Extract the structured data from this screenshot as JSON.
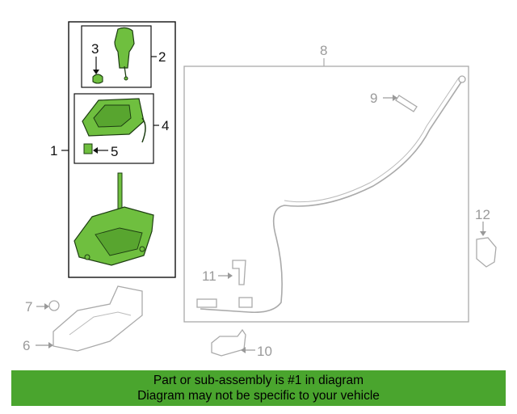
{
  "callouts": {
    "c1": "1",
    "c2": "2",
    "c3": "3",
    "c4": "4",
    "c5": "5",
    "c6": "6",
    "c7": "7",
    "c8": "8",
    "c9": "9",
    "c10": "10",
    "c11": "11",
    "c12": "12"
  },
  "banner": {
    "line1": "Part or sub-assembly is #1 in diagram",
    "line2": "Diagram may not be specific to your vehicle"
  },
  "colors": {
    "highlight_part": "#6fbf3f",
    "banner_bg": "#4aa52e",
    "greyed_part": "#9a9a9a"
  }
}
